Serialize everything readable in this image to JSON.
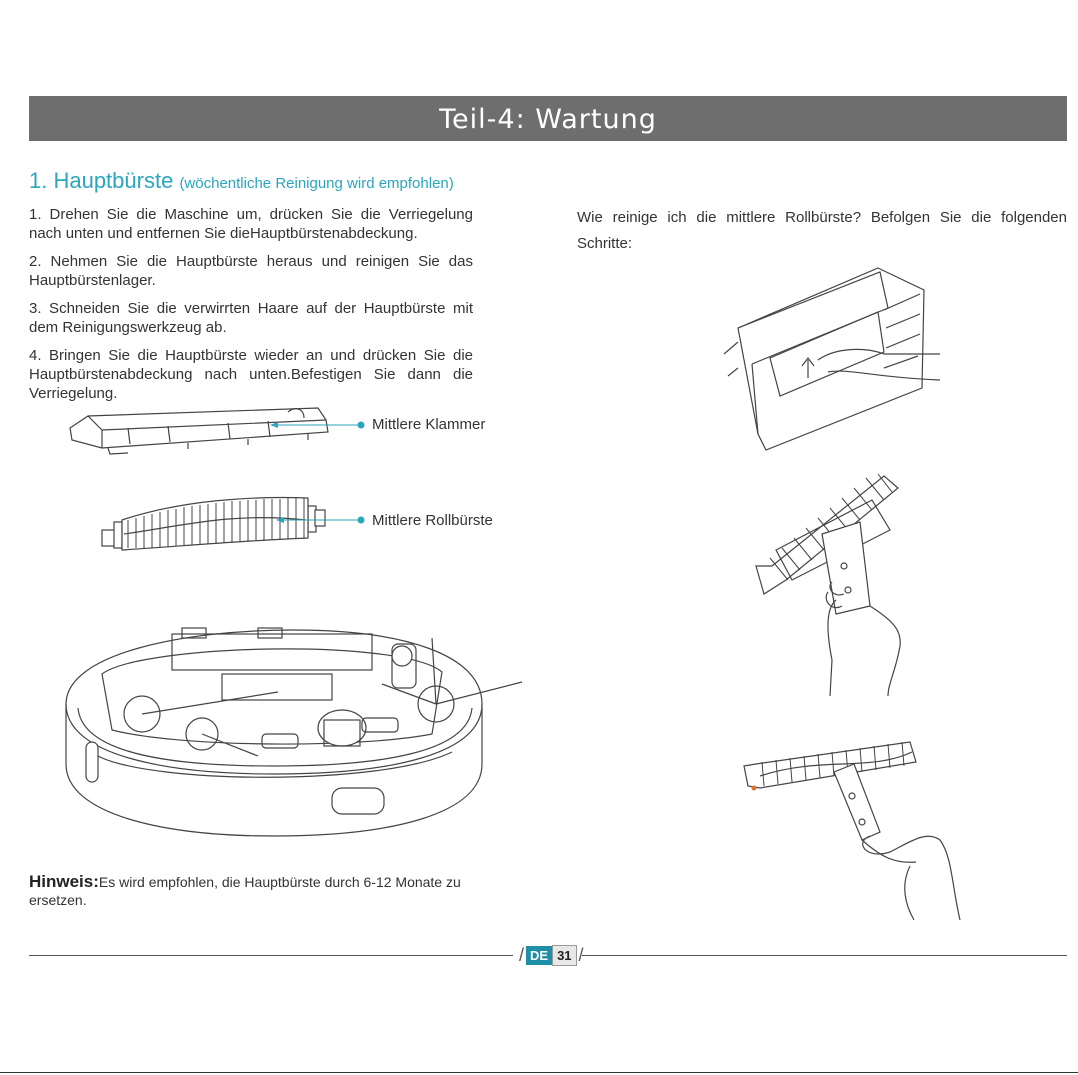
{
  "header": {
    "title": "Teil-4: Wartung"
  },
  "section": {
    "title": "1. Hauptbürste",
    "subtitle": "(wöchentliche Reinigung wird empfohlen)"
  },
  "steps": [
    "1. Drehen Sie die Maschine um, drücken Sie die Verriegelung nach unten und entfernen Sie dieHauptbürstenabdeckung.",
    "2. Nehmen Sie die Hauptbürste heraus und reinigen Sie das Hauptbürstenlager.",
    "3. Schneiden Sie die verwirrten Haare auf der Hauptbürste mit dem Reinigungswerkzeug ab.",
    "4. Bringen Sie die Hauptbürste wieder an und drücken Sie die Hauptbürstenabdeckung nach unten.Befestigen Sie dann die Verriegelung."
  ],
  "callouts": {
    "clamp": "Mittlere Klammer",
    "roller": "Mittlere Rollbürste"
  },
  "hint": {
    "label": "Hinweis:",
    "text": "Es wird empfohlen, die Hauptbürste durch 6-12 Monate zu ersetzen."
  },
  "question": "Wie reinige ich die mittlere Rollbürste? Befolgen Sie die folgenden Schritte:",
  "footer": {
    "lang": "DE",
    "page": "31"
  },
  "colors": {
    "banner": "#6e6e6e",
    "accent": "#2aa6bd",
    "badge": "#1f8fa8"
  }
}
